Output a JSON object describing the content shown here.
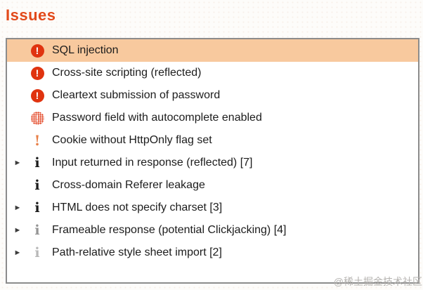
{
  "page": {
    "title": "Issues",
    "watermark": "@稀土掘金技术社区"
  },
  "colors": {
    "title_accent": "#e2491a",
    "severity_high": "#e0330f",
    "severity_low": "#e88049",
    "selection_bg": "#f8c99e",
    "panel_border": "#8c8c8c",
    "info_dark": "#1a1a1a",
    "info_gray": "#949494",
    "info_light_gray": "#b8b8b8",
    "text": "#1c1c1c",
    "watermark": "#b5b3b0"
  },
  "issues": [
    {
      "label": "SQL injection",
      "icon": "high-certain",
      "expandable": false,
      "selected": true
    },
    {
      "label": "Cross-site scripting (reflected)",
      "icon": "high-certain",
      "expandable": false,
      "selected": false
    },
    {
      "label": "Cleartext submission of password",
      "icon": "high-certain",
      "expandable": false,
      "selected": false
    },
    {
      "label": "Password field with autocomplete enabled",
      "icon": "high-tentative",
      "expandable": false,
      "selected": false
    },
    {
      "label": "Cookie without HttpOnly flag set",
      "icon": "low-tentative",
      "expandable": false,
      "selected": false
    },
    {
      "label": "Input returned in response (reflected) [7]",
      "icon": "info-certain",
      "expandable": true,
      "selected": false
    },
    {
      "label": "Cross-domain Referer leakage",
      "icon": "info-certain",
      "expandable": false,
      "selected": false
    },
    {
      "label": "HTML does not specify charset [3]",
      "icon": "info-certain",
      "expandable": true,
      "selected": false
    },
    {
      "label": "Frameable response (potential Clickjacking) [4]",
      "icon": "info-tentative",
      "expandable": true,
      "selected": false
    },
    {
      "label": "Path-relative style sheet import [2]",
      "icon": "info-tentative-light",
      "expandable": true,
      "selected": false
    }
  ]
}
